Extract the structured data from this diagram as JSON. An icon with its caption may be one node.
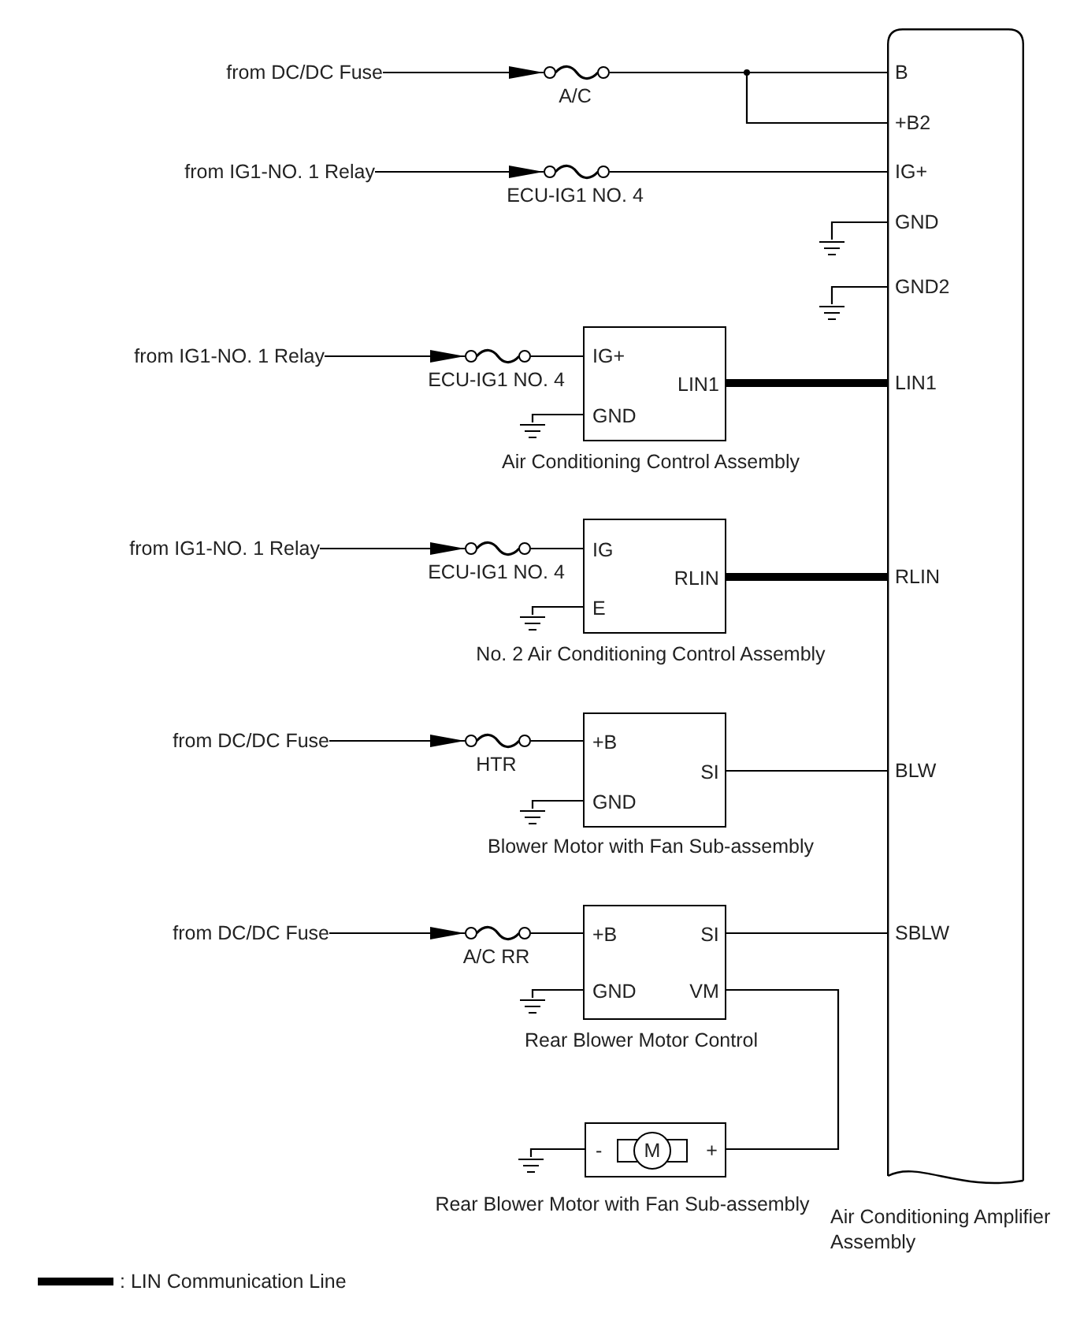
{
  "diagram": {
    "nodes": [
      {
        "text": [
          "B",
          "+B2",
          "IG+",
          "GND",
          "GND2",
          "LIN1",
          "RLIN",
          "BLW",
          "SBLW"
        ],
        "beside": [
          "Air Conditioning Amplifier Assembly"
        ]
      },
      {
        "text": [
          "from DC/DC Fuse"
        ]
      },
      {
        "text": [],
        "shape": "fuse",
        "beside": [
          "A/C"
        ]
      },
      {
        "text": [
          "from IG1-NO. 1 Relay"
        ]
      },
      {
        "text": [],
        "shape": "fuse",
        "beside": [
          "ECU-IG1 NO. 4"
        ]
      },
      {
        "text": [],
        "shape": "ground"
      },
      {
        "text": [],
        "shape": "ground"
      },
      {
        "text": [
          "from IG1-NO. 1 Relay"
        ]
      },
      {
        "text": [],
        "shape": "fuse",
        "beside": [
          "ECU-IG1 NO. 4"
        ]
      },
      {
        "text": [],
        "shape": "ground"
      },
      {
        "text": [
          "IG+",
          "GND",
          "LIN1"
        ],
        "beside": [
          "Air Conditioning Control Assembly"
        ]
      },
      {
        "text": [
          "from IG1-NO. 1 Relay"
        ]
      },
      {
        "text": [],
        "shape": "fuse",
        "beside": [
          "ECU-IG1 NO. 4"
        ]
      },
      {
        "text": [],
        "shape": "ground"
      },
      {
        "text": [
          "IG",
          "E",
          "RLIN"
        ],
        "beside": [
          "No. 2 Air Conditioning Control Assembly"
        ]
      },
      {
        "text": [
          "from DC/DC Fuse"
        ]
      },
      {
        "text": [],
        "shape": "fuse",
        "beside": [
          "HTR"
        ]
      },
      {
        "text": [],
        "shape": "ground"
      },
      {
        "text": [
          "+B",
          "GND",
          "SI"
        ],
        "beside": [
          "Blower Motor with Fan Sub-assembly"
        ]
      },
      {
        "text": [
          "from DC/DC Fuse"
        ]
      },
      {
        "text": [],
        "shape": "fuse",
        "beside": [
          "A/C RR"
        ]
      },
      {
        "text": [],
        "shape": "ground"
      },
      {
        "text": [
          "+B",
          "SI",
          "GND",
          "VM"
        ],
        "beside": [
          "Rear Blower Motor Control"
        ]
      },
      {
        "text": [],
        "shape": "ground"
      },
      {
        "text": [
          "-",
          "M",
          "+"
        ],
        "beside": [
          "Rear Blower Motor with Fan Sub-assembly"
        ]
      }
    ],
    "edges": [
      {
        "from": 1,
        "to": 2,
        "arrow": "to"
      },
      {
        "from": 2,
        "to": 0,
        "arrow": "none"
      },
      {
        "from": 2,
        "to": 0,
        "arrow": "none"
      },
      {
        "from": 3,
        "to": 4,
        "arrow": "to"
      },
      {
        "from": 4,
        "to": 0,
        "arrow": "none"
      },
      {
        "from": 0,
        "to": 5,
        "arrow": "none"
      },
      {
        "from": 0,
        "to": 6,
        "arrow": "none"
      },
      {
        "from": 7,
        "to": 8,
        "arrow": "to"
      },
      {
        "from": 8,
        "to": 10,
        "arrow": "none"
      },
      {
        "from": 10,
        "to": 9,
        "arrow": "none"
      },
      {
        "from": 10,
        "to": 0,
        "arrow": "none",
        "style": "thick"
      },
      {
        "from": 11,
        "to": 12,
        "arrow": "to"
      },
      {
        "from": 12,
        "to": 14,
        "arrow": "none"
      },
      {
        "from": 14,
        "to": 13,
        "arrow": "none"
      },
      {
        "from": 14,
        "to": 0,
        "arrow": "none",
        "style": "thick"
      },
      {
        "from": 15,
        "to": 16,
        "arrow": "to"
      },
      {
        "from": 16,
        "to": 18,
        "arrow": "none"
      },
      {
        "from": 18,
        "to": 17,
        "arrow": "none"
      },
      {
        "from": 18,
        "to": 0,
        "arrow": "none"
      },
      {
        "from": 19,
        "to": 20,
        "arrow": "to"
      },
      {
        "from": 20,
        "to": 22,
        "arrow": "none"
      },
      {
        "from": 22,
        "to": 21,
        "arrow": "none"
      },
      {
        "from": 22,
        "to": 0,
        "arrow": "none"
      },
      {
        "from": 22,
        "to": 24,
        "arrow": "none"
      },
      {
        "from": 24,
        "to": 23,
        "arrow": "none"
      }
    ],
    "legend": [
      {
        "text": ": LIN Communication Line"
      }
    ]
  }
}
